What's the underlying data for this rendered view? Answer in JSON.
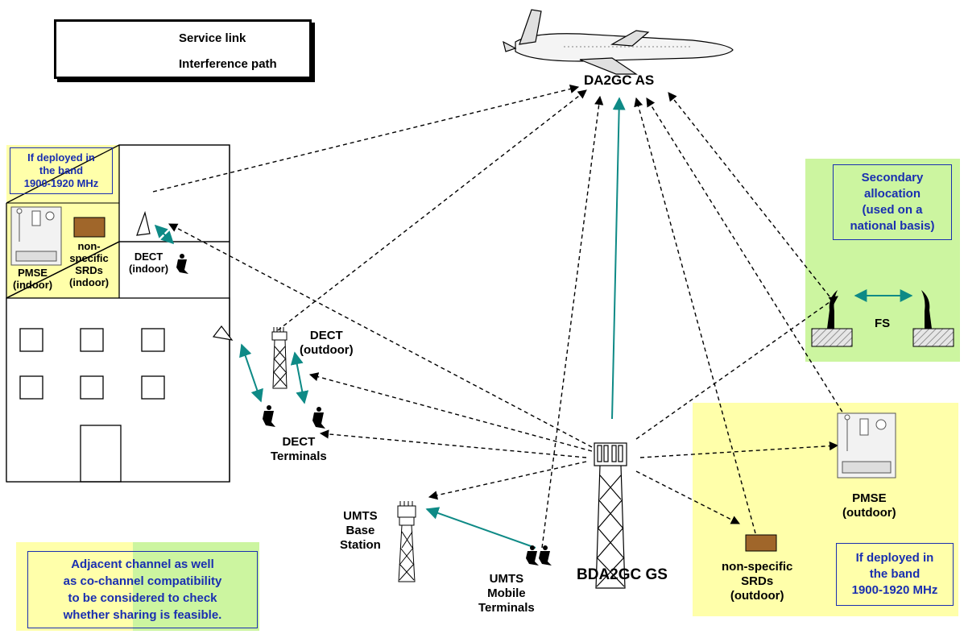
{
  "legend": {
    "service_link": "Service link",
    "interference_path": "Interference path"
  },
  "colors": {
    "service_link": "#0e8a86",
    "interference_path": "#000000",
    "yellow_zone": "#ffffaa",
    "green_zone": "#ccf5a0",
    "note_text": "#1a2fb0",
    "srd_box": "#a0662a"
  },
  "nodes": {
    "aircraft": "DA2GC AS",
    "ground_station": "BDA2GC GS",
    "dect_outdoor": [
      "DECT",
      "(outdoor)"
    ],
    "dect_terminals": [
      "DECT",
      "Terminals"
    ],
    "dect_indoor": [
      "DECT",
      "(indoor)"
    ],
    "pmse_indoor": [
      "PMSE",
      "(indoor)"
    ],
    "srd_indoor": [
      "non-",
      "specific",
      "SRDs",
      "(indoor)"
    ],
    "umts_base": [
      "UMTS",
      "Base",
      "Station"
    ],
    "umts_mobile": [
      "UMTS",
      "Mobile",
      "Terminals"
    ],
    "fs": "FS",
    "pmse_outdoor": [
      "PMSE",
      "(outdoor)"
    ],
    "srd_outdoor": [
      "non-specific",
      "SRDs",
      "(outdoor)"
    ]
  },
  "notes": {
    "band_indoor": [
      "If deployed in",
      "the band",
      "1900-1920 MHz"
    ],
    "secondary": [
      "Secondary",
      "allocation",
      "(used on a",
      "national basis)"
    ],
    "band_outdoor": [
      "If deployed in",
      "the band",
      "1900-1920 MHz"
    ],
    "adjacent": [
      "Adjacent channel as well",
      "as co-channel compatibility",
      "to be considered to check",
      "whether sharing is feasible."
    ]
  }
}
